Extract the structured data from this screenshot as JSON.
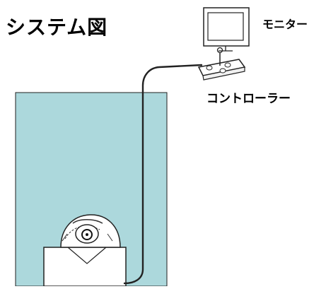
{
  "labels": {
    "title": "システム図",
    "monitor": "モニター",
    "controller": "コントローラー"
  },
  "colors": {
    "water": "#acd8dc",
    "line": "#1a1a1a",
    "background": "#ffffff"
  }
}
